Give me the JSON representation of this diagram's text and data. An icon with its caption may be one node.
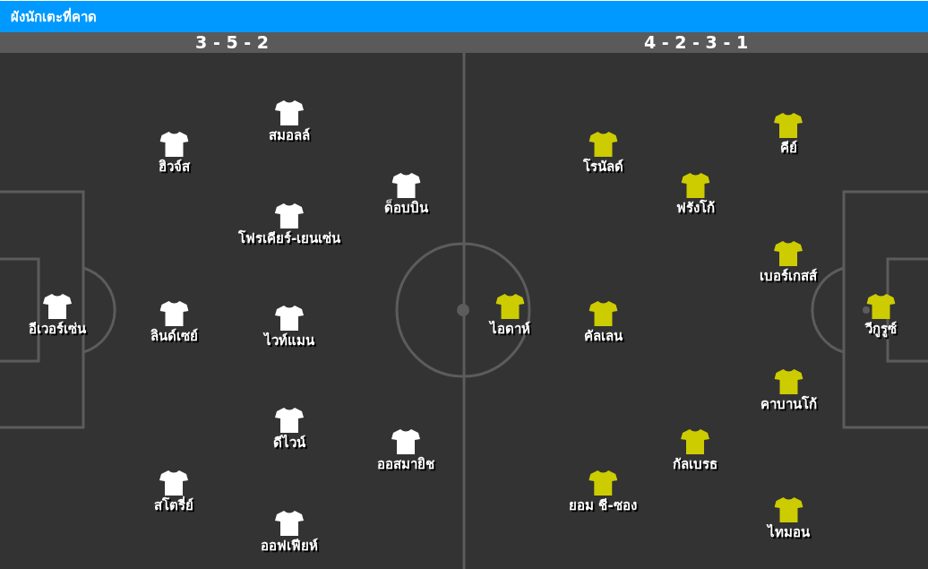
{
  "diagram": {
    "title": "ผังนักเตะที่คาด",
    "nodes": [
      {
        "text": [
          "3 - 5 - 2"
        ]
      },
      {
        "text": [
          "อีเวอร์เซ่น"
        ],
        "in": 0
      },
      {
        "text": [
          "ฮิวจ์ส"
        ],
        "in": 0
      },
      {
        "text": [
          "ลินด์เซย์"
        ],
        "in": 0
      },
      {
        "text": [
          "สโตรี่ย์"
        ],
        "in": 0
      },
      {
        "text": [
          "สมอลล์"
        ],
        "in": 0
      },
      {
        "text": [
          "โฟรเคียร์-เยนเซ่น"
        ],
        "in": 0
      },
      {
        "text": [
          "ไวท์แมน"
        ],
        "in": 0
      },
      {
        "text": [
          "ดีไวน์"
        ],
        "in": 0
      },
      {
        "text": [
          "ออฟเฟียห์"
        ],
        "in": 0
      },
      {
        "text": [
          "ด็อบบิน"
        ],
        "in": 0
      },
      {
        "text": [
          "ออสมายิช"
        ],
        "in": 0
      },
      {
        "text": [
          "4 - 2 - 3 - 1"
        ]
      },
      {
        "text": [
          "ไอดาห์"
        ],
        "in": 12
      },
      {
        "text": [
          "โรนัลด์"
        ],
        "in": 12
      },
      {
        "text": [
          "คัลเลน"
        ],
        "in": 12
      },
      {
        "text": [
          "ยอม ชี-ซอง"
        ],
        "in": 12
      },
      {
        "text": [
          "ฟรังโก้"
        ],
        "in": 12
      },
      {
        "text": [
          "กัลเบรธ"
        ],
        "in": 12
      },
      {
        "text": [
          "คีย์"
        ],
        "in": 12
      },
      {
        "text": [
          "เบอร์เกสส์"
        ],
        "in": 12
      },
      {
        "text": [
          "คาบานโก้"
        ],
        "in": 12
      },
      {
        "text": [
          "ไทมอน"
        ],
        "in": 12
      },
      {
        "text": [
          "วีกูรูซ์"
        ],
        "in": 12
      }
    ]
  }
}
